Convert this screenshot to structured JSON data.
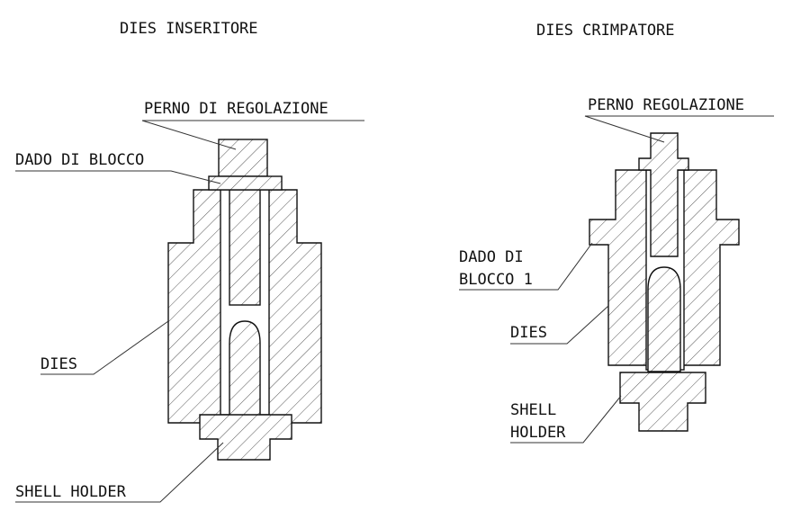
{
  "left": {
    "title": "DIES INSERITORE",
    "labels": {
      "perno": "PERNO DI REGOLAZIONE",
      "dado": "DADO DI BLOCCO",
      "dies": "DIES",
      "shell": "SHELL  HOLDER"
    }
  },
  "right": {
    "title": "DIES CRIMPATORE",
    "labels": {
      "perno": "PERNO REGOLAZIONE",
      "dado_line1": "DADO DI",
      "dado_line2": "BLOCCO 1",
      "dies": "DIES",
      "shell_line1": "SHELL",
      "shell_line2": "HOLDER"
    }
  }
}
